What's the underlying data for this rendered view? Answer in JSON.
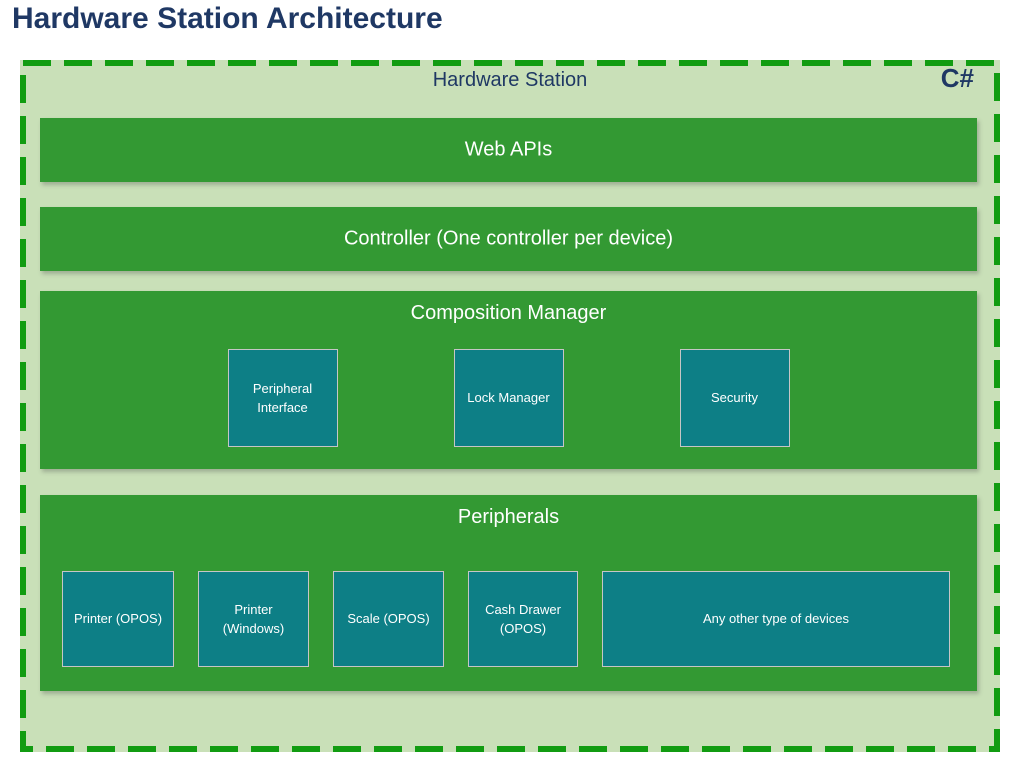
{
  "page": {
    "title": "Hardware Station Architecture"
  },
  "station": {
    "label": "Hardware Station",
    "language_badge": "C#"
  },
  "layers": {
    "web_apis": {
      "label": "Web APIs"
    },
    "controller": {
      "label": "Controller (One controller per device)"
    },
    "composition": {
      "label": "Composition Manager",
      "boxes": [
        {
          "label": "Peripheral Interface"
        },
        {
          "label": "Lock Manager"
        },
        {
          "label": "Security"
        }
      ]
    },
    "peripherals": {
      "label": "Peripherals",
      "boxes": [
        {
          "label": "Printer (OPOS)"
        },
        {
          "label": "Printer (Windows)"
        },
        {
          "label": "Scale (OPOS)"
        },
        {
          "label": "Cash Drawer (OPOS)"
        },
        {
          "label": "Any other type of devices"
        }
      ]
    }
  },
  "colors": {
    "title_text": "#1F3864",
    "container_fill": "#C9E0B8",
    "container_border": "#119C11",
    "layer_fill": "#339933",
    "layer_text": "#FFFFFF",
    "box_fill": "#0D7F86",
    "box_border": "#C6C6C6"
  }
}
